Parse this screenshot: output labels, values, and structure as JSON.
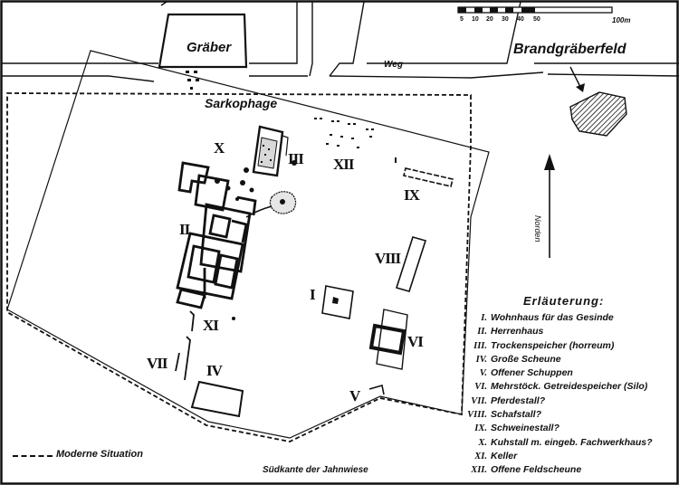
{
  "labels": {
    "graeber": "Gräber",
    "brand": "Brandgräberfeld",
    "weg": "Weg",
    "sarkophage": "Sarkophage",
    "norden": "Norden",
    "suedkante": "Südkante der Jahnwiese",
    "moderne": "Moderne Situation"
  },
  "scale": {
    "ticks": [
      "5",
      "10",
      "20",
      "30",
      "40",
      "50"
    ],
    "unit": "100m"
  },
  "buildings": {
    "I": "I",
    "II": "II",
    "III": "III",
    "IV": "IV",
    "V": "V",
    "VI": "VI",
    "VII": "VII",
    "VIII": "VIII",
    "IX": "IX",
    "X": "X",
    "XI": "XI",
    "XII": "XII"
  },
  "legend": {
    "title": "Erläuterung:",
    "items": [
      {
        "num": "I.",
        "text": "Wohnhaus für das Gesinde"
      },
      {
        "num": "II.",
        "text": "Herrenhaus"
      },
      {
        "num": "III.",
        "text": "Trockenspeicher (horreum)"
      },
      {
        "num": "IV.",
        "text": "Große Scheune"
      },
      {
        "num": "V.",
        "text": "Offener Schuppen"
      },
      {
        "num": "VI.",
        "text": "Mehrstöck. Getreidespeicher (Silo)"
      },
      {
        "num": "VII.",
        "text": "Pferdestall?"
      },
      {
        "num": "VIII.",
        "text": "Schafstall?"
      },
      {
        "num": "IX.",
        "text": "Schweinestall?"
      },
      {
        "num": "X.",
        "text": "Kuhstall m. eingeb. Fachwerkhaus?"
      },
      {
        "num": "XI.",
        "text": "Keller"
      },
      {
        "num": "XII.",
        "text": "Offene Feldscheune"
      }
    ]
  }
}
